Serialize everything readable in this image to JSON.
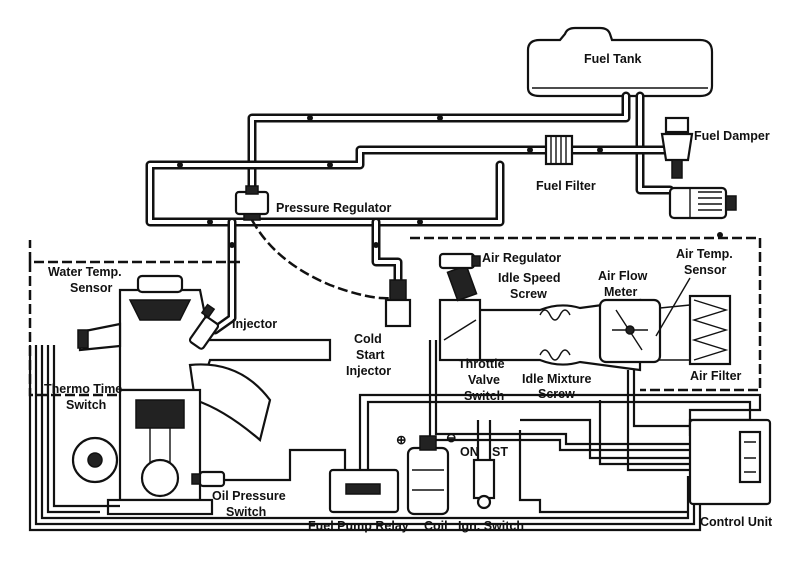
{
  "labels": {
    "fuel_tank": "Fuel Tank",
    "fuel_damper": "Fuel Damper",
    "fuel_filter": "Fuel Filter",
    "pressure_regulator": "Pressure Regulator",
    "air_regulator": "Air Regulator",
    "idle_speed_screw_1": "Idle Speed",
    "idle_speed_screw_2": "Screw",
    "air_flow_meter_1": "Air Flow",
    "air_flow_meter_2": "Meter",
    "air_temp_sensor_1": "Air Temp.",
    "air_temp_sensor_2": "Sensor",
    "water_temp_sensor_1": "Water Temp.",
    "water_temp_sensor_2": "Sensor",
    "injector": "Injector",
    "cold_start_1": "Cold",
    "cold_start_2": "Start",
    "cold_start_3": "Injector",
    "throttle_switch_1": "Throttle",
    "throttle_switch_2": "Valve",
    "throttle_switch_3": "Switch",
    "idle_mixture_1": "Idle Mixture",
    "idle_mixture_2": "Screw",
    "air_filter": "Air Filter",
    "thermo_time_1": "Thermo Time",
    "thermo_time_2": "Switch",
    "oil_pressure_1": "Oil Pressure",
    "oil_pressure_2": "Switch",
    "fuel_pump_relay": "Fuel Pump Relay",
    "coil": "Coil",
    "ign_switch": "Ign. Switch",
    "control_unit": "Control Unit",
    "plus": "⊕",
    "minus": "⊖",
    "on": "ON",
    "st": "ST"
  },
  "icons": {
    "injector": "injector-icon",
    "pump": "fuel-pump-icon",
    "filter": "fuel-filter-icon"
  }
}
